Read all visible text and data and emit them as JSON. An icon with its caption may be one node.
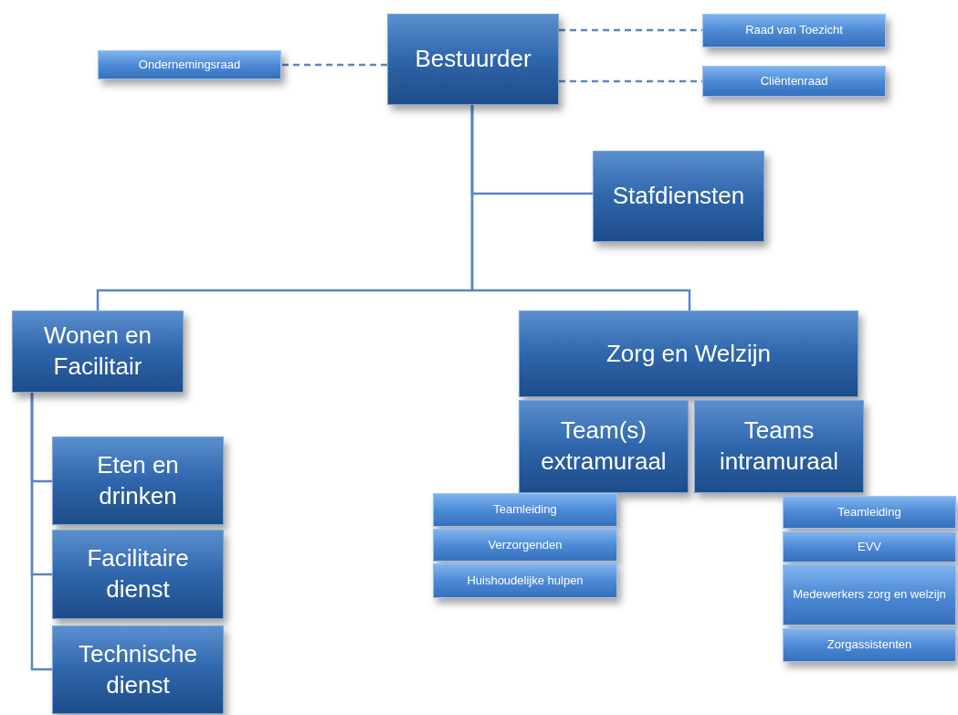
{
  "diagram": {
    "nodes": [
      {
        "text": [
          "Bestuurder"
        ]
      },
      {
        "text": [
          "Ondernemingsraad"
        ]
      },
      {
        "text": [
          "Raad van Toezicht"
        ]
      },
      {
        "text": [
          "Cliëntenraad"
        ]
      },
      {
        "text": [
          "Stafdiensten"
        ]
      },
      {
        "text": [
          "Wonen en Facilitair"
        ]
      },
      {
        "text": [
          "Zorg en Welzijn"
        ]
      },
      {
        "text": [
          "Team(s) extramuraal"
        ]
      },
      {
        "text": [
          "Teams intramuraal"
        ]
      },
      {
        "text": [
          "Eten en drinken"
        ]
      },
      {
        "text": [
          "Facilitaire dienst"
        ]
      },
      {
        "text": [
          "Technische dienst"
        ]
      },
      {
        "text": [
          "Teamleiding"
        ]
      },
      {
        "text": [
          "Verzorgenden"
        ]
      },
      {
        "text": [
          "Huishoudelijke hulpen"
        ]
      },
      {
        "text": [
          "Teamleiding"
        ]
      },
      {
        "text": [
          "EVV"
        ]
      },
      {
        "text": [
          "Medewerkers zorg en welzijn"
        ]
      },
      {
        "text": [
          "Zorgassistenten"
        ]
      }
    ],
    "edges": [
      {
        "from": 0,
        "to": 1,
        "arrow": "none",
        "style": "dashed"
      },
      {
        "from": 0,
        "to": 2,
        "arrow": "none",
        "style": "dashed"
      },
      {
        "from": 0,
        "to": 3,
        "arrow": "none",
        "style": "dashed"
      },
      {
        "from": 0,
        "to": 4,
        "arrow": "none"
      },
      {
        "from": 0,
        "to": 5,
        "arrow": "none"
      },
      {
        "from": 0,
        "to": 6,
        "arrow": "none"
      },
      {
        "from": 5,
        "to": 9,
        "arrow": "none"
      },
      {
        "from": 5,
        "to": 10,
        "arrow": "none"
      },
      {
        "from": 5,
        "to": 11,
        "arrow": "none"
      }
    ]
  }
}
